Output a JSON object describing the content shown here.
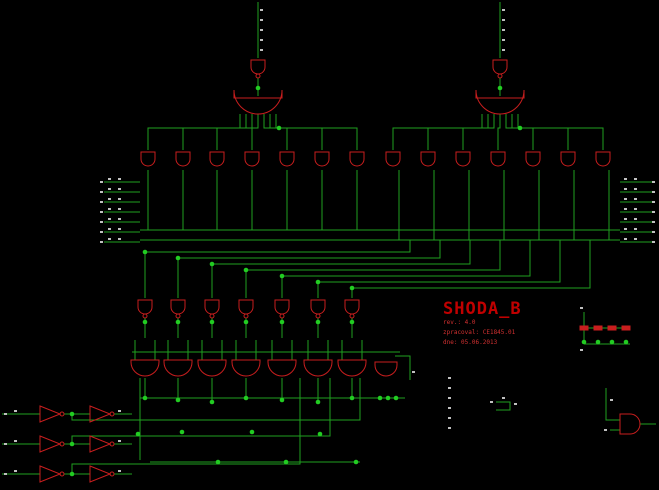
{
  "sheet": {
    "title": "SHODA_B",
    "revision": "rev.: 4.0",
    "author": "zpracoval: CE1845.01",
    "date": "dne: 05.06.2013"
  },
  "colors": {
    "background": "#000000",
    "wire": "#1fa01f",
    "gate": "#c81e1e",
    "junction": "#22cc22",
    "label": "#c0c0c0"
  }
}
